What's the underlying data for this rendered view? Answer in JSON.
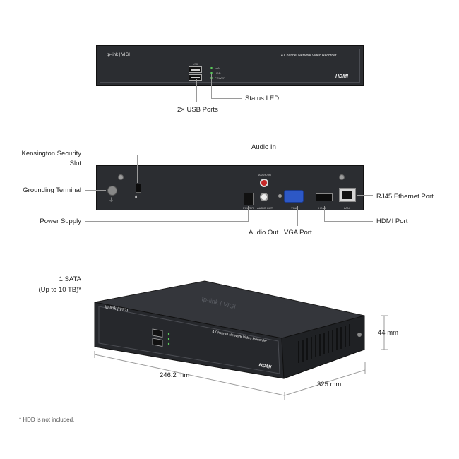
{
  "front": {
    "brand": "tp-link | VIGI",
    "model_text": "4 Channel Network Video Recorder",
    "hdmi_logo": "HDMI",
    "led_labels": [
      "LAN",
      "HDD",
      "POWER"
    ],
    "usb_label": "USB",
    "callouts": {
      "usb": "2× USB Ports",
      "status_led": "Status LED"
    }
  },
  "rear": {
    "port_labels": {
      "power": "POWER",
      "audio_out": "AUDIO OUT",
      "audio_in": "AUDIO IN",
      "vga": "VGA",
      "hdmi": "HDMI",
      "lan": "LAN"
    },
    "callouts": {
      "kensington_line1": "Kensington Security",
      "kensington_line2": "Slot",
      "grounding": "Grounding Terminal",
      "power_supply": "Power Supply",
      "audio_in": "Audio In",
      "audio_out": "Audio Out",
      "vga_port": "VGA Port",
      "rj45": "RJ45 Ethernet Port",
      "hdmi_port": "HDMI Port"
    }
  },
  "iso": {
    "brand": "tp-link | VIGI",
    "model_text": "4 Channel Network Video Recorder",
    "hdmi_logo": "HDMI",
    "sata_line1": "1 SATA",
    "sata_line2": "(Up to 10 TB)*",
    "dim_width": "246.2 mm",
    "dim_depth": "325 mm",
    "dim_height": "44 mm"
  },
  "footnote": "* HDD is not included.",
  "colors": {
    "chassis": "#2b2d31",
    "chassis_top": "#34363b",
    "led": "#5cd05c",
    "leader_line": "#9a9a9a"
  }
}
